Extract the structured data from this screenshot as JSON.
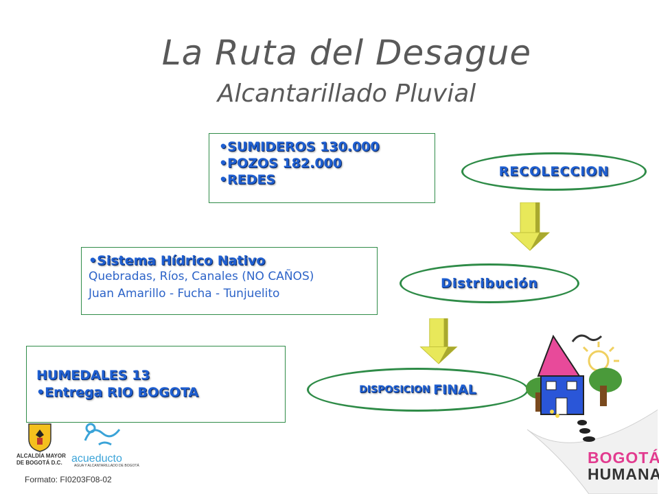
{
  "title": "La  Ruta del  Desague",
  "subtitle": "Alcantarillado Pluvial",
  "collection_box": {
    "items": [
      "SUMIDEROS 130.000",
      "POZOS 182.000",
      "REDES"
    ]
  },
  "native_box": {
    "heading": "Sistema Hídrico Nativo",
    "line1": "Quebradas, Ríos, Canales (NO CAÑOS)",
    "line2": "Juan Amarillo - Fucha - Tunjuelito"
  },
  "wetlands_box": {
    "heading": "HUMEDALES 13",
    "item": "Entrega RIO BOGOTA"
  },
  "stages": {
    "recoleccion": "RECOLECCION",
    "distribucion": "Distribución",
    "disposicion_small": "DISPOSICION",
    "disposicion_big": "FINAL"
  },
  "bullet": "•",
  "footer": {
    "alcaldia_line1": "ALCALDÍA MAYOR",
    "alcaldia_line2": "DE BOGOTÁ D.C.",
    "acueducto": "acueducto",
    "acueducto_sub": "AGUA Y ALCANTARILLADO DE BOGOTÁ",
    "formato": "Formato: FI0203F08-02",
    "bogota": "BOGOTÁ",
    "humana": "HUMANA"
  },
  "colors": {
    "green": "#2e8b47",
    "blue_text": "#1f5fd1",
    "arrow_yellow": "#e8e85a",
    "title_gray": "#595959"
  }
}
